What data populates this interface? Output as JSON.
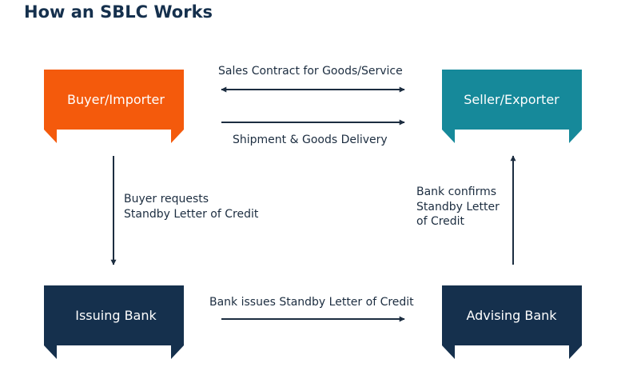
{
  "title": "How an SBLC Works",
  "colors": {
    "buyer": "#f45a0c",
    "seller": "#16899a",
    "bank": "#15304d",
    "arrow": "#1c2d40",
    "title": "#15304d"
  },
  "nodes": {
    "buyer": "Buyer/Importer",
    "seller": "Seller/Exporter",
    "issuing_bank": "Issuing Bank",
    "advising_bank": "Advising Bank"
  },
  "edges": {
    "sales_contract": "Sales Contract for Goods/Service",
    "shipment": "Shipment & Goods Delivery",
    "buyer_requests_line1": "Buyer requests",
    "buyer_requests_line2": "Standby Letter of Credit",
    "bank_confirms_line1": "Bank confirms",
    "bank_confirms_line2": "Standby Letter",
    "bank_confirms_line3": "of Credit",
    "bank_issues": "Bank issues Standby Letter of Credit"
  }
}
